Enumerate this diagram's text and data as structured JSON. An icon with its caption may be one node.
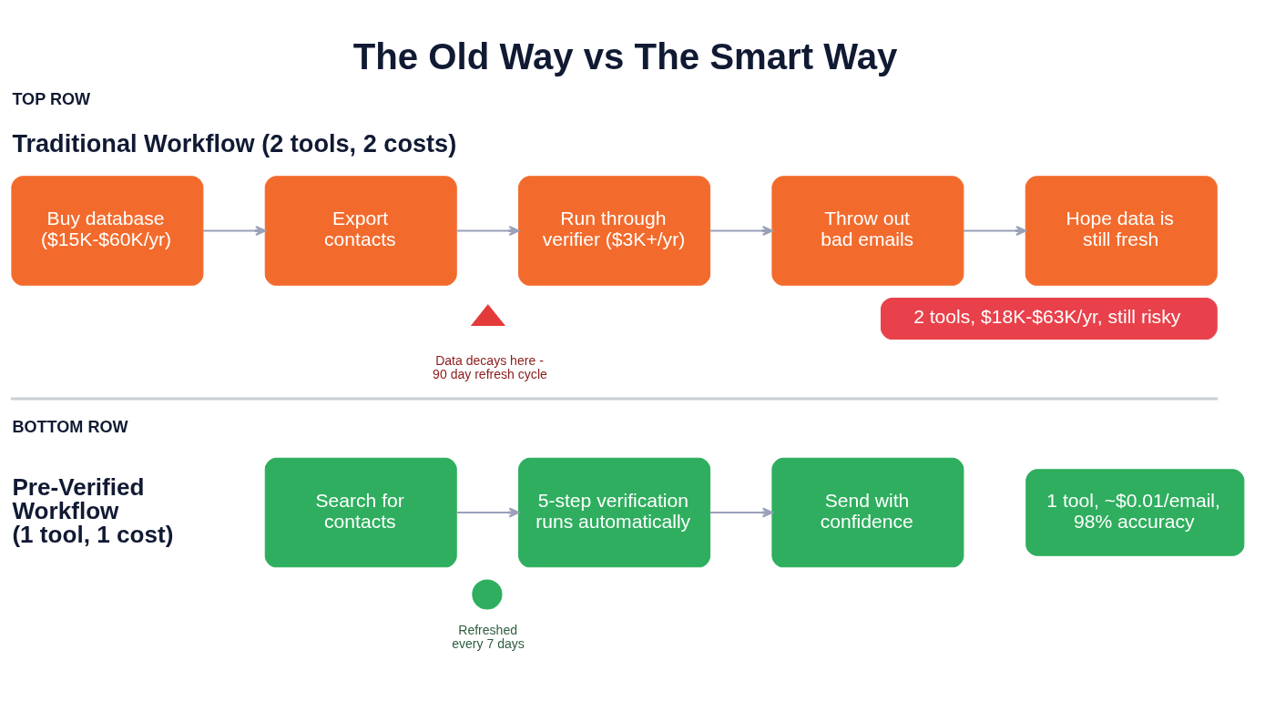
{
  "diagram": {
    "title": "The Old Way vs The Smart Way",
    "nodes": [
      {
        "text": [
          "Buy database ($15K-$60K/yr)"
        ]
      },
      {
        "text": [
          "Export contacts"
        ]
      },
      {
        "text": [
          "Run through verifier ($3K+/yr)"
        ]
      },
      {
        "text": [
          "Throw out bad emails"
        ]
      },
      {
        "text": [
          "Hope data is still fresh"
        ]
      },
      {
        "text": [],
        "shape": "triangle",
        "beside": [
          "Data decays here - 90 day refresh cycle"
        ]
      },
      {
        "text": [
          "2 tools, $18K-$63K/yr, still risky"
        ]
      },
      {
        "text": [
          "Search for contacts"
        ]
      },
      {
        "text": [
          "5-step verification runs automatically"
        ]
      },
      {
        "text": [
          "Send with confidence"
        ]
      },
      {
        "text": [
          "1 tool, ~$0.01/email, 98% accuracy"
        ]
      },
      {
        "text": [],
        "shape": "circle",
        "beside": [
          "Refreshed every 7 days"
        ]
      }
    ],
    "edges": [
      {
        "from": 0,
        "to": 1,
        "arrow": "to"
      },
      {
        "from": 1,
        "to": 2,
        "arrow": "to"
      },
      {
        "from": 2,
        "to": 3,
        "arrow": "to"
      },
      {
        "from": 3,
        "to": 4,
        "arrow": "to"
      },
      {
        "from": 7,
        "to": 8,
        "arrow": "to"
      },
      {
        "from": 8,
        "to": 9,
        "arrow": "to"
      }
    ],
    "labels": [
      "TOP ROW",
      "Traditional Workflow (2 tools, 2 costs)",
      "BOTTOM ROW",
      "Pre-Verified Workflow (1 tool, 1 cost)"
    ]
  }
}
